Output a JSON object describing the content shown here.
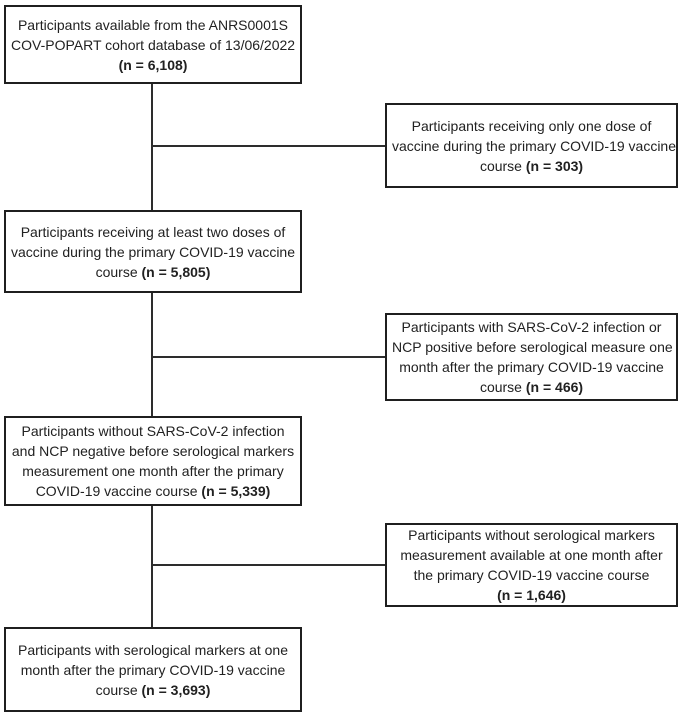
{
  "diagram": {
    "type": "flowchart",
    "description": "Participant flow diagram",
    "boxes": [
      {
        "id": "cohort-total",
        "column": "left",
        "n": 6108,
        "lines": [
          "Participants available from the ANRS0001S",
          "COV-POPART cohort database of 13/06/2022"
        ],
        "last_line": {
          "prefix": "",
          "n": "(n = 6,108)"
        }
      },
      {
        "id": "excluded-one-dose",
        "column": "right",
        "n": 303,
        "lines": [
          "Participants receiving only one dose of",
          "vaccine during the primary COVID-19 vaccine"
        ],
        "last_line": {
          "prefix": "course",
          "n": "(n = 303)"
        }
      },
      {
        "id": "two-doses",
        "column": "left",
        "n": 5805,
        "lines": [
          "Participants receiving at least two doses of",
          "vaccine during the primary COVID-19 vaccine"
        ],
        "last_line": {
          "prefix": "course",
          "n": "(n = 5,805)"
        }
      },
      {
        "id": "excluded-infection",
        "column": "right",
        "n": 466,
        "lines": [
          "Participants with SARS-CoV-2 infection or",
          "NCP positive before serological measure one",
          "month after the primary COVID-19 vaccine"
        ],
        "last_line": {
          "prefix": "course",
          "n": "(n = 466)"
        }
      },
      {
        "id": "no-infection",
        "column": "left",
        "n": 5339,
        "lines": [
          "Participants without SARS-CoV-2 infection",
          "and NCP negative before serological markers",
          "measurement one month after the primary"
        ],
        "last_line": {
          "prefix": "COVID-19 vaccine course",
          "n": "(n = 5,339)"
        }
      },
      {
        "id": "excluded-no-serology",
        "column": "right",
        "n": 1646,
        "lines": [
          "Participants without serological markers",
          "measurement available at one month after",
          "the primary COVID-19 vaccine course"
        ],
        "last_line": {
          "prefix": "",
          "n": "(n = 1,646)"
        }
      },
      {
        "id": "final-serology",
        "column": "left",
        "n": 3693,
        "lines": [
          "Participants with serological markers at one",
          "month after the primary COVID-19 vaccine"
        ],
        "last_line": {
          "prefix": "course",
          "n": "(n = 3,693)"
        }
      }
    ],
    "edges": [
      {
        "from": "cohort-total",
        "to": "two-doses",
        "excluded": "excluded-one-dose"
      },
      {
        "from": "two-doses",
        "to": "no-infection",
        "excluded": "excluded-infection"
      },
      {
        "from": "no-infection",
        "to": "final-serology",
        "excluded": "excluded-no-serology"
      }
    ],
    "colors": {
      "border": "#1f1f1f",
      "line": "#2d2d2d",
      "text": "#212121",
      "background": "#ffffff"
    }
  }
}
